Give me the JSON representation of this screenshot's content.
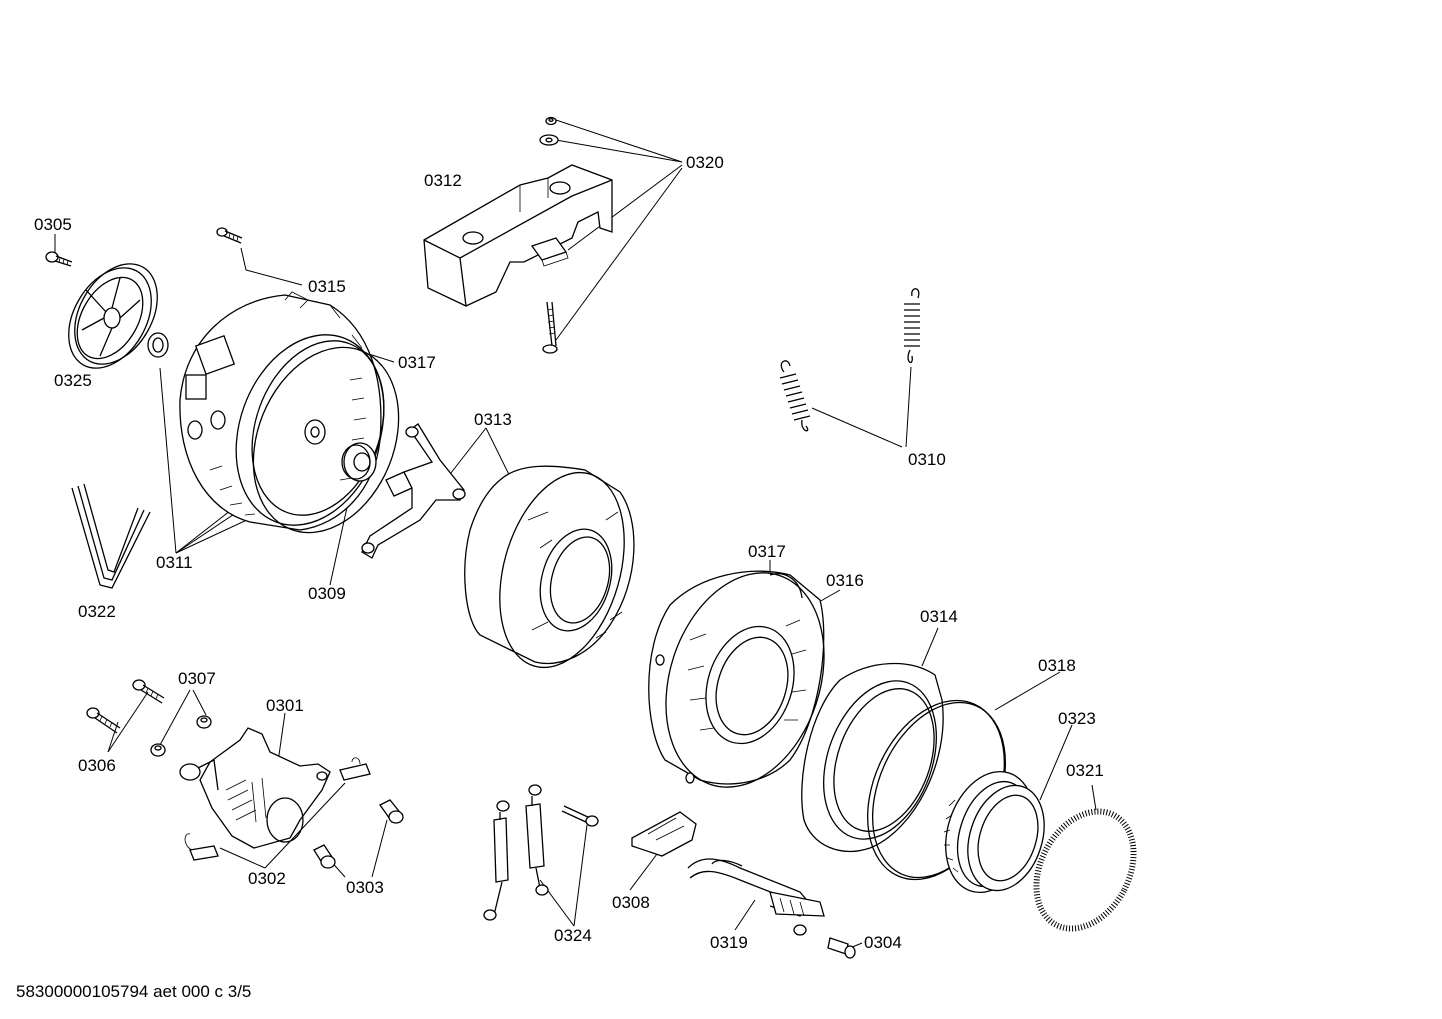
{
  "labels": {
    "l0301": "0301",
    "l0302": "0302",
    "l0303": "0303",
    "l0304": "0304",
    "l0305": "0305",
    "l0306": "0306",
    "l0307": "0307",
    "l0308": "0308",
    "l0309": "0309",
    "l0310": "0310",
    "l0311": "0311",
    "l0312": "0312",
    "l0313": "0313",
    "l0314": "0314",
    "l0315": "0315",
    "l0316": "0316",
    "l0317a": "0317",
    "l0317b": "0317",
    "l0318": "0318",
    "l0319": "0319",
    "l0320": "0320",
    "l0321": "0321",
    "l0322": "0322",
    "l0323": "0323",
    "l0324": "0324",
    "l0325": "0325"
  },
  "footer": "58300000105794 aet 000 c 3/5"
}
